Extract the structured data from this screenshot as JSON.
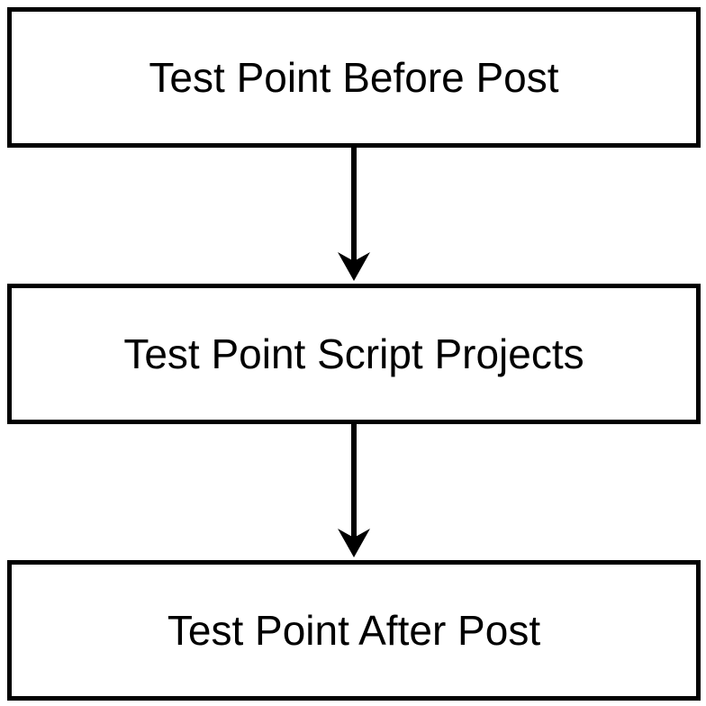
{
  "diagram": {
    "nodes": [
      {
        "id": "n1",
        "label": "Test Point Before Post"
      },
      {
        "id": "n2",
        "label": "Test Point Script Projects"
      },
      {
        "id": "n3",
        "label": "Test Point After Post"
      }
    ],
    "edges": [
      {
        "from": "n1",
        "to": "n2"
      },
      {
        "from": "n2",
        "to": "n3"
      }
    ],
    "colors": {
      "stroke": "#000000",
      "fill": "#ffffff",
      "text": "#000000"
    }
  }
}
